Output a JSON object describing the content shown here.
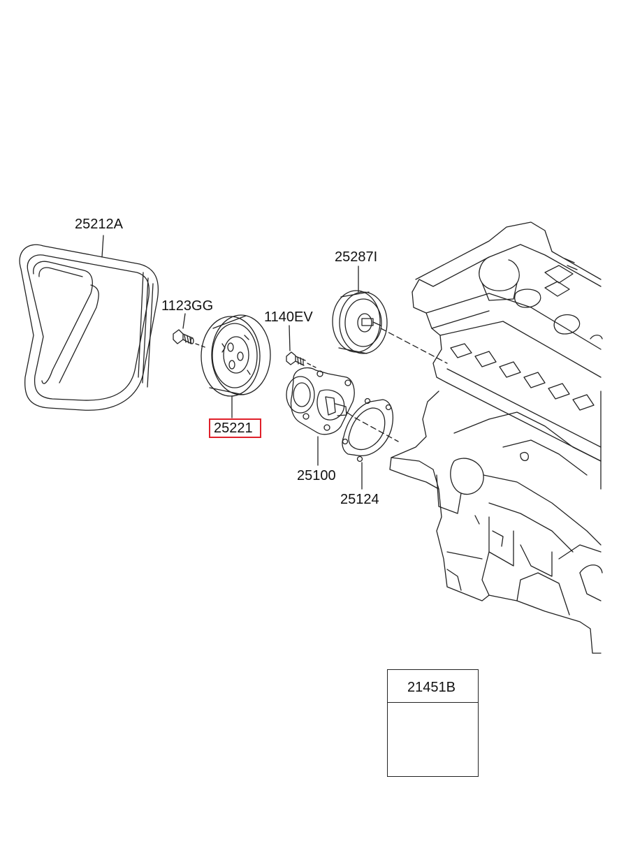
{
  "parts": {
    "belt": "25212A",
    "pulley_bolt": "1123GG",
    "water_pump_bolt": "1140EV",
    "idler_pulley": "25287I",
    "water_pump_pulley": "25221",
    "water_pump": "25100",
    "gasket": "25124",
    "sealant": "21451B"
  },
  "highlighted_part": "25221",
  "colors": {
    "line": "#222222",
    "highlight": "#e0202a",
    "background": "#ffffff"
  }
}
